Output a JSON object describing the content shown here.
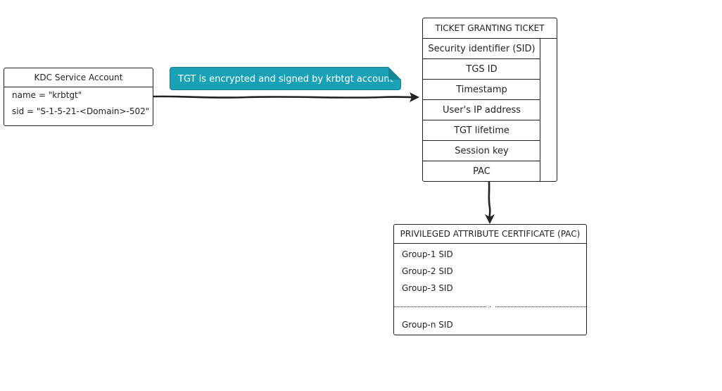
{
  "kdc_account": {
    "title": "KDC Service Account",
    "attributes": [
      "name = \"krbtgt\"",
      "sid = \"S-1-5-21-<Domain>-502\""
    ]
  },
  "note": {
    "text": "TGT is encrypted and signed by krbtgt account",
    "color": "#1ba1b5"
  },
  "tgt": {
    "title": "TICKET GRANTING TICKET",
    "fields": [
      "Security identifier (SID)",
      "TGS ID",
      "Timestamp",
      "User's IP address",
      "TGT lifetime",
      "Session key",
      "PAC"
    ]
  },
  "pac": {
    "title": "PRIVILEGED ATTRIBUTE CERTIFICATE (PAC)",
    "groups": [
      "Group-1 SID",
      "Group-2 SID",
      "Group-3 SID"
    ],
    "separator": ".",
    "last_group": "Group-n SID"
  }
}
